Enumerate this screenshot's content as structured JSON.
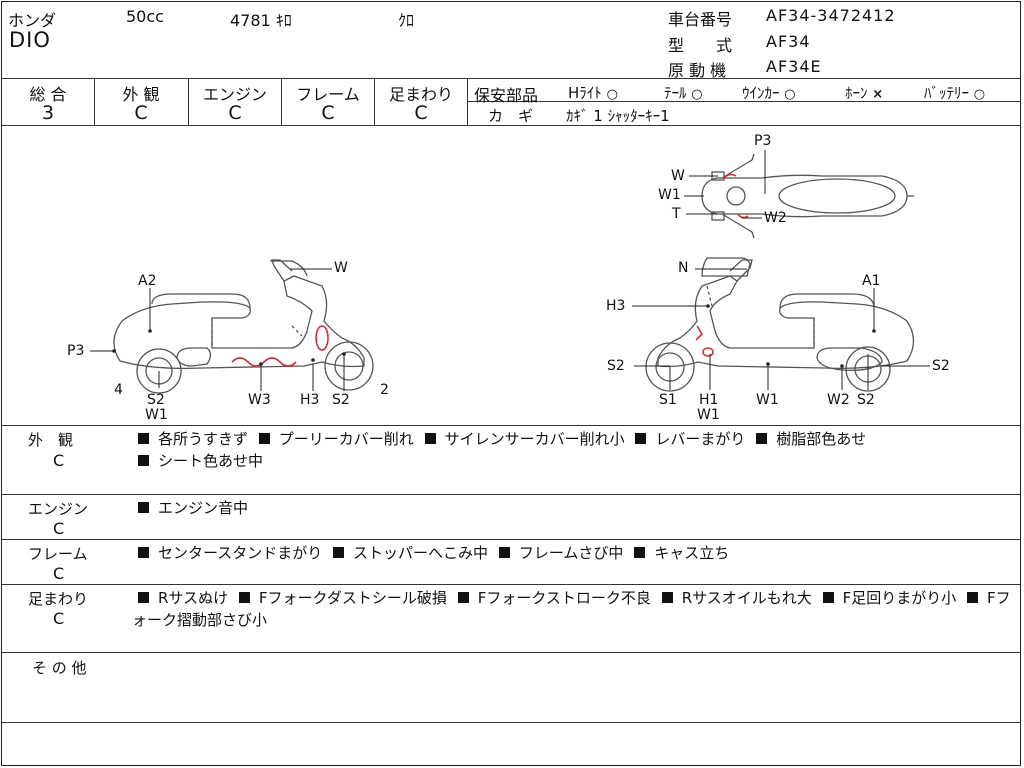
{
  "header": {
    "maker": "ホンダ",
    "displacement": "50cc",
    "mileage": "4781 ｷﾛ",
    "color": "ｸﾛ",
    "model_name": "DIO",
    "frame_no_label": "車台番号",
    "frame_no": "AF34-3472412",
    "model_code_label": "型　　式",
    "model_code": "AF34",
    "engine_label": "原 動 機",
    "engine_no": "AF34E"
  },
  "grades": [
    {
      "label": "総 合",
      "value": "3"
    },
    {
      "label": "外 観",
      "value": "C"
    },
    {
      "label": "エンジン",
      "value": "C"
    },
    {
      "label": "フレーム",
      "value": "C"
    },
    {
      "label": "足まわり",
      "value": "C"
    }
  ],
  "safety": {
    "title": "保安部品",
    "items": [
      {
        "label": "Hﾗｲﾄ",
        "mark": "○"
      },
      {
        "label": "ﾃｰﾙ",
        "mark": "○"
      },
      {
        "label": "ｳｲﾝｶｰ",
        "mark": "○"
      },
      {
        "label": "ﾎｰﾝ",
        "mark": "×"
      },
      {
        "label": "ﾊﾞｯﾃﾘｰ",
        "mark": "○"
      }
    ],
    "keys_label": "カ　ギ",
    "keys_value": "ｶｷﾞ 1 ｼｬｯﾀｰｷｰ1"
  },
  "diagram": {
    "left": {
      "W": "W",
      "A2": "A2",
      "P3": "P3",
      "n4": "4",
      "S2": "S2",
      "W1": "W1",
      "W3": "W3",
      "H3": "H3",
      "S2b": "S2",
      "n2": "2"
    },
    "right": {
      "N": "N",
      "A1": "A1",
      "H3": "H3",
      "S2": "S2",
      "S1": "S1",
      "H1": "H1",
      "W1": "W1",
      "W1b": "W1",
      "W2": "W2",
      "S2b": "S2",
      "S2c": "S2"
    },
    "top": {
      "P3": "P3",
      "W": "W",
      "W1": "W1",
      "T": "T",
      "W2": "W2"
    }
  },
  "sections": [
    {
      "title": "外　観",
      "grade": "C",
      "items": [
        "各所うすきず",
        "プーリーカバー削れ",
        "サイレンサーカバー削れ小",
        "レバーまがり",
        "樹脂部色あせ",
        "シート色あせ中"
      ]
    },
    {
      "title": "エンジン",
      "grade": "C",
      "items": [
        "エンジン音中"
      ]
    },
    {
      "title": "フレーム",
      "grade": "C",
      "items": [
        "センタースタンドまがり",
        "ストッパーへこみ中",
        "フレームさび中",
        "キャス立ち"
      ]
    },
    {
      "title": "足まわり",
      "grade": "C",
      "items": [
        "Rサスぬけ",
        "Fフォークダストシール破損",
        "Fフォークストローク不良",
        "Rサスオイルもれ大",
        "F足回りまがり小",
        "Fフォーク摺動部さび小"
      ]
    },
    {
      "title": "そ の 他",
      "grade": "",
      "items": []
    }
  ]
}
